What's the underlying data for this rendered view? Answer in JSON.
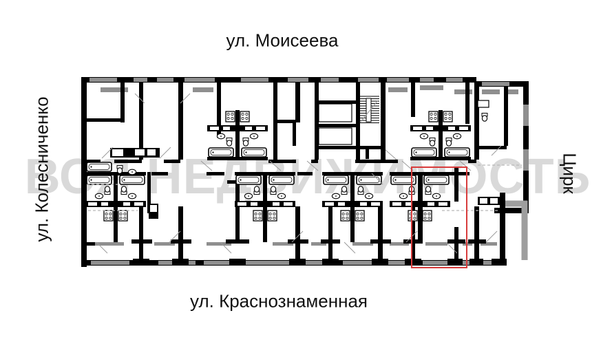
{
  "street_labels": {
    "top": "ул. Моисеева",
    "bottom": "ул. Краснознаменная",
    "left": "ул. Колесниченко",
    "right": "Цирк"
  },
  "watermark": {
    "text": "ВСЯ НЕДВИЖИМОСТЬ"
  },
  "colors": {
    "wall": "#000000",
    "facade_window_gray": "#8f8f8f",
    "balcony_gray": "#9e9e9e",
    "watermark_gray": "#d9d9d9",
    "door_swing_gray": "#9b9b9b",
    "highlight_red": "#d83b3b"
  }
}
